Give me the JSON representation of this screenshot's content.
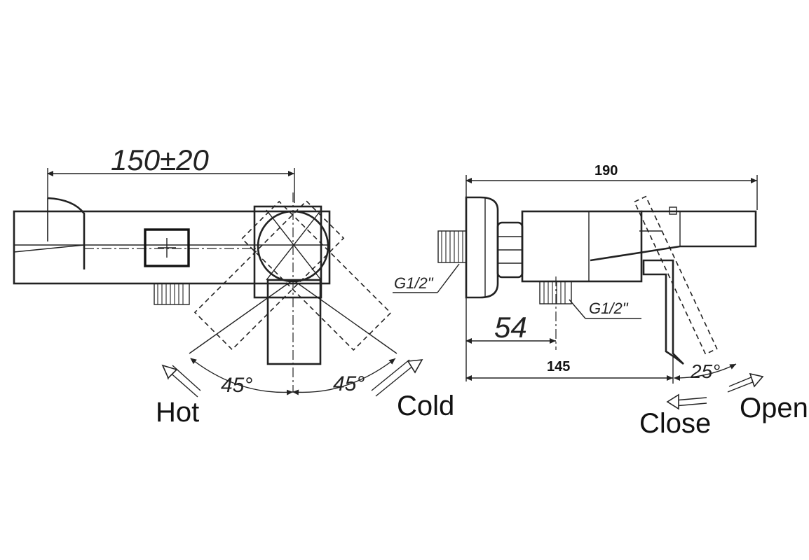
{
  "front_view": {
    "width_dim": "150±20",
    "angle_left": "45°",
    "angle_right": "45°",
    "label_hot": "Hot",
    "label_cold": "Cold"
  },
  "side_view": {
    "length_dim": "190",
    "body_dim": "145",
    "inlet_offset_dim": "54",
    "thread_wall": "G1/2\"",
    "thread_outlet": "G1/2\"",
    "angle_lever": "25°",
    "label_close": "Close",
    "label_open": "Open"
  }
}
